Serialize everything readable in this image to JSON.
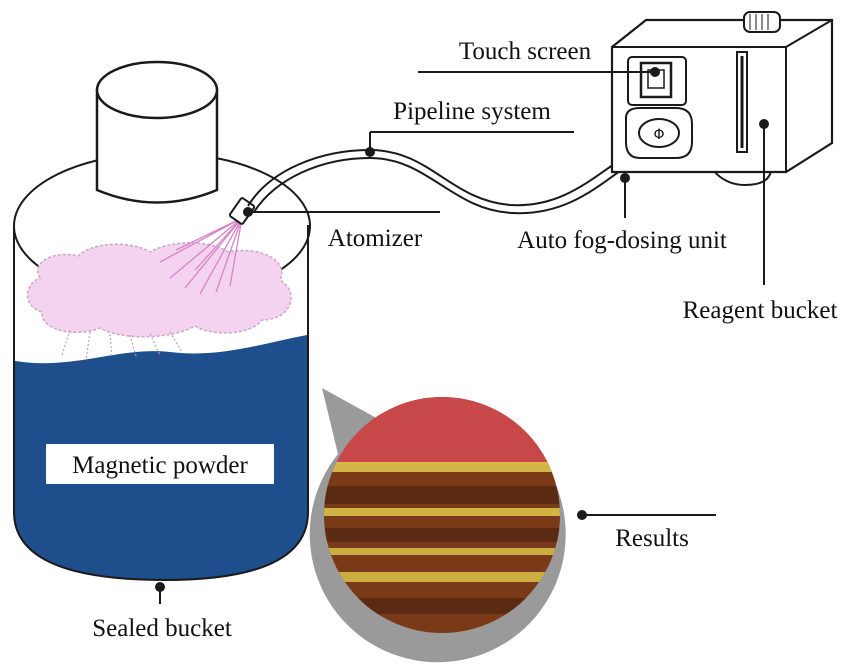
{
  "labels": {
    "touch_screen": "Touch screen",
    "pipeline_system": "Pipeline system",
    "atomizer": "Atomizer",
    "auto_fog_dosing_unit": "Auto fog-dosing unit",
    "reagent_bucket": "Reagent bucket",
    "magnetic_powder": "Magnetic powder",
    "results": "Results",
    "sealed_bucket": "Sealed bucket"
  },
  "colors": {
    "powder": "#1f4e8c",
    "fog": "#f3d3ef",
    "spray": "#d883c9",
    "result_red": "#c8484a",
    "result_band_dark": "#5a2a12",
    "result_band_yellow": "#d9c24a",
    "bubble_rim": "#9a9a9a"
  }
}
